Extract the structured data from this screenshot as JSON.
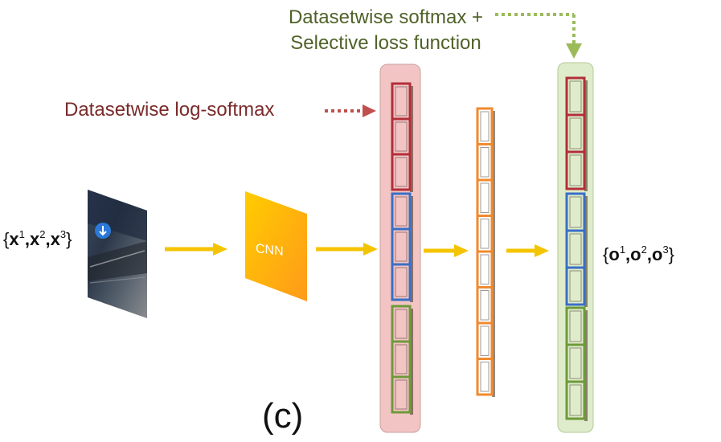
{
  "labels": {
    "top_line1": "Datasetwise softmax +",
    "top_line2": "Selective loss function",
    "left": "Datasetwise log-softmax",
    "cnn": "CNN",
    "caption": "(c)"
  },
  "inputs": {
    "open": "{",
    "close": "}",
    "sep": ",",
    "symbol": "x",
    "superscripts": [
      "1",
      "2",
      "3"
    ]
  },
  "outputs": {
    "open": "{",
    "close": "}",
    "sep": ",",
    "symbol": "o",
    "superscripts": [
      "1",
      "2",
      "3"
    ]
  },
  "colors": {
    "top_label": "#4f6228",
    "left_label": "#7a2a2a",
    "arrow": "#f5c400",
    "red_arrow": "#c0504d",
    "green_arrow": "#9bbb59",
    "red_cell": "#b22f38",
    "blue_cell": "#3a6fc4",
    "green_cell": "#6e9a3a",
    "orange_cell": "#f08a2e",
    "pink_bg": "#f2c4c4",
    "green_bg": "#dfeccb",
    "cnn_top": "#ffcc00",
    "cnn_bottom": "#ff9a1a"
  },
  "icons": [
    "input-image-icon",
    "cnn-block-icon"
  ]
}
